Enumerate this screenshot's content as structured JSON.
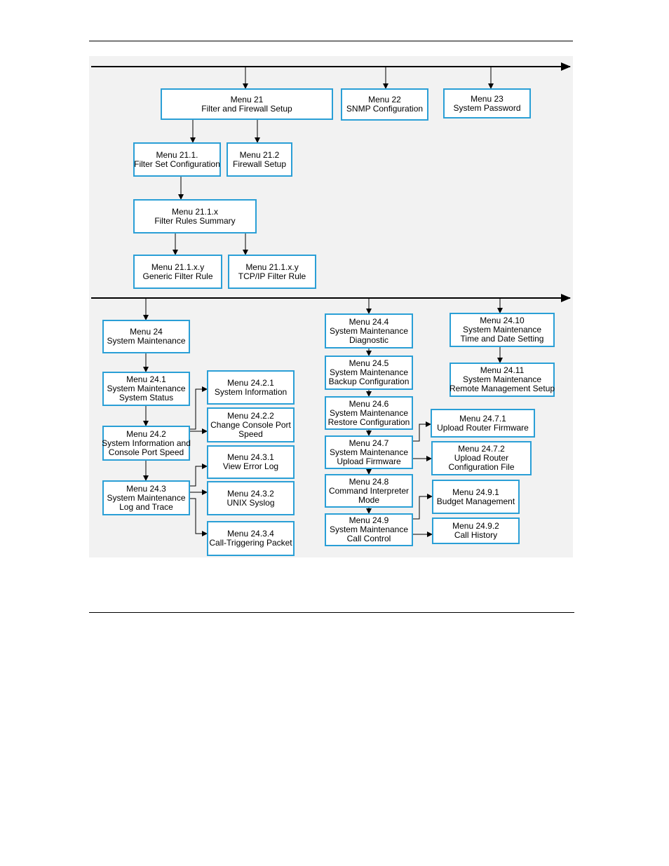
{
  "boxes": [
    {
      "id": "m21",
      "lines": [
        "Menu 21",
        "Filter and Firewall Setup"
      ]
    },
    {
      "id": "m22",
      "lines": [
        "Menu 22",
        "SNMP Configuration"
      ]
    },
    {
      "id": "m23",
      "lines": [
        "Menu 23",
        "System Password"
      ]
    },
    {
      "id": "m21-1",
      "lines": [
        "Menu 21.1.",
        "Filter Set Configuration"
      ]
    },
    {
      "id": "m21-2",
      "lines": [
        "Menu 21.2",
        "Firewall Setup"
      ]
    },
    {
      "id": "m21-1-x",
      "lines": [
        "Menu 21.1.x",
        "Filter Rules Summary"
      ]
    },
    {
      "id": "m21-1-x-y-generic",
      "lines": [
        "Menu 21.1.x.y",
        "Generic Filter Rule"
      ]
    },
    {
      "id": "m21-1-x-y-tcpip",
      "lines": [
        "Menu 21.1.x.y",
        "TCP/IP Filter Rule"
      ]
    },
    {
      "id": "m24",
      "lines": [
        "Menu 24",
        "System Maintenance"
      ]
    },
    {
      "id": "m24-1",
      "lines": [
        "Menu 24.1",
        "System Maintenance",
        "System Status"
      ]
    },
    {
      "id": "m24-2",
      "lines": [
        "Menu 24.2",
        "System Information and",
        "Console Port Speed"
      ]
    },
    {
      "id": "m24-3",
      "lines": [
        "Menu 24.3",
        "System Maintenance",
        "Log and Trace"
      ]
    },
    {
      "id": "m24-2-1",
      "lines": [
        "Menu 24.2.1",
        "System Information"
      ]
    },
    {
      "id": "m24-2-2",
      "lines": [
        "Menu 24.2.2",
        "Change Console Port",
        "Speed"
      ]
    },
    {
      "id": "m24-3-1",
      "lines": [
        "Menu 24.3.1",
        "View Error Log"
      ]
    },
    {
      "id": "m24-3-2",
      "lines": [
        "Menu 24.3.2",
        "UNIX Syslog"
      ]
    },
    {
      "id": "m24-3-4",
      "lines": [
        "Menu 24.3.4",
        "Call-Triggering Packet"
      ]
    },
    {
      "id": "m24-4",
      "lines": [
        "Menu 24.4",
        "System Maintenance",
        "Diagnostic"
      ]
    },
    {
      "id": "m24-5",
      "lines": [
        "Menu 24.5",
        "System Maintenance",
        "Backup Configuration"
      ]
    },
    {
      "id": "m24-6",
      "lines": [
        "Menu 24.6",
        "System Maintenance",
        "Restore Configuration"
      ]
    },
    {
      "id": "m24-7",
      "lines": [
        "Menu 24.7",
        "System Maintenance",
        "Upload Firmware"
      ]
    },
    {
      "id": "m24-8",
      "lines": [
        "Menu 24.8",
        "Command Interpreter",
        "Mode"
      ]
    },
    {
      "id": "m24-9",
      "lines": [
        "Menu 24.9",
        "System Maintenance",
        "Call Control"
      ]
    },
    {
      "id": "m24-7-1",
      "lines": [
        "Menu 24.7.1",
        "Upload Router Firmware"
      ]
    },
    {
      "id": "m24-7-2",
      "lines": [
        "Menu 24.7.2",
        "Upload Router",
        "Configuration File"
      ]
    },
    {
      "id": "m24-9-1",
      "lines": [
        "Menu 24.9.1",
        "Budget Management"
      ]
    },
    {
      "id": "m24-9-2",
      "lines": [
        "Menu 24.9.2",
        "Call History"
      ]
    },
    {
      "id": "m24-10",
      "lines": [
        "Menu 24.10",
        "System Maintenance",
        "Time and Date Setting"
      ]
    },
    {
      "id": "m24-11",
      "lines": [
        "Menu 24.11",
        "System Maintenance",
        "Remote Management Setup"
      ]
    }
  ],
  "colors": {
    "box_border": "#2a9fd6",
    "panel_bg": "#f2f2f2",
    "line": "#000000"
  }
}
